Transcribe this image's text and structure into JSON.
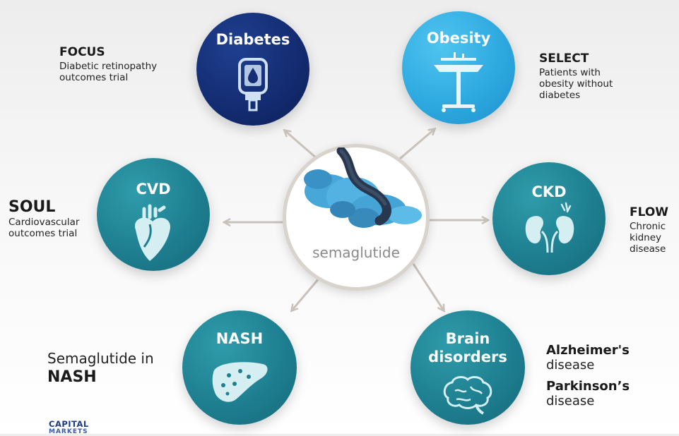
{
  "center": {
    "label": "semaglutide"
  },
  "nodes": {
    "diabetes": {
      "title": "Diabetes",
      "icon": "glucose-meter-icon"
    },
    "obesity": {
      "title": "Obesity",
      "icon": "scale-icon"
    },
    "cvd": {
      "title": "CVD",
      "icon": "heart-icon"
    },
    "ckd": {
      "title": "CKD",
      "icon": "kidneys-icon"
    },
    "nash": {
      "title": "NASH",
      "icon": "liver-icon"
    },
    "brain": {
      "title_line1": "Brain",
      "title_line2": "disorders",
      "icon": "brain-icon"
    }
  },
  "trials": {
    "focus": {
      "name": "FOCUS",
      "line1": "Diabetic retinopathy",
      "line2": "outcomes trial"
    },
    "select": {
      "name": "SELECT",
      "line1": "Patients with",
      "line2": "obesity without",
      "line3": "diabetes"
    },
    "soul": {
      "name": "SOUL",
      "line1": "Cardiovascular",
      "line2": "outcomes trial"
    },
    "flow": {
      "name": "FLOW",
      "line1": "Chronic",
      "line2": "kidney",
      "line3": "disease"
    },
    "nash": {
      "line1": "Semaglutide in",
      "line2": "NASH"
    },
    "brain": {
      "name1": "Alzheimer's",
      "disease1": "disease",
      "name2": "Parkinson’s",
      "disease2": "disease"
    }
  },
  "logo": {
    "text": "CAPITAL",
    "text2": "MARKETS"
  },
  "colors": {
    "teal": "#1e7f90",
    "navy": "#142d73",
    "sky": "#2ea9e0",
    "arrow": "#c8c2ba"
  }
}
